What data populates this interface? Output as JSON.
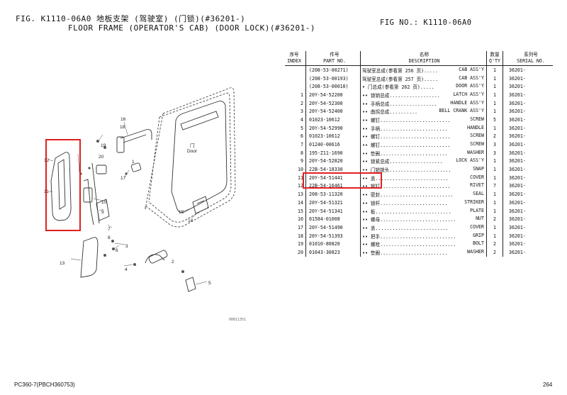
{
  "header": {
    "fig_line1": "FIG. K1110-06A0 地板支架 (驾驶室) (门锁)(#36201-)",
    "fig_line2": "FLOOR FRAME (OPERATOR'S CAB) (DOOR LOCK)(#36201-)",
    "fig_no": "FIG NO.: K1110-06A0"
  },
  "table": {
    "headers": {
      "index_cn": "序号",
      "index_en": "INDEX",
      "part_cn": "件号",
      "part_en": "PART NO.",
      "desc_cn": "名称",
      "desc_en": "DESCRIPTION",
      "qty_cn": "数量",
      "qty_en": "Q'TY",
      "serial_cn": "系列号",
      "serial_en": "SERIAL NO."
    },
    "rows": [
      {
        "index": "",
        "part": "(208-53-00271)",
        "desc_left": "驾驶室总成(参看第 256 页).....",
        "desc_right": "CAB ASS'Y",
        "qty": "1",
        "serial": "36201-"
      },
      {
        "index": "",
        "part": "(208-53-00193)",
        "desc_left": "驾驶室总成(参看第 257 页).....",
        "desc_right": "CAB ASS'Y",
        "qty": "1",
        "serial": "36201-"
      },
      {
        "index": "",
        "part": "(208-53-00010)",
        "desc_left": "• 门总成(参看第 262 页).....",
        "desc_right": "DOOR ASS'Y",
        "qty": "1",
        "serial": "36201-"
      },
      {
        "index": "1",
        "part": "20Y-54-52200",
        "desc_left": "•• 锁销总成..................",
        "desc_right": "LATCH ASS'Y",
        "qty": "1",
        "serial": "36201-"
      },
      {
        "index": "2",
        "part": "20Y-54-52300",
        "desc_left": "•• 手柄总成.................",
        "desc_right": "HANDLE ASS'Y",
        "qty": "1",
        "serial": "36201-"
      },
      {
        "index": "3",
        "part": "20Y-54-52400",
        "desc_left": "•• 曲拐总成..........",
        "desc_right": "BELL CRANK ASS'Y",
        "qty": "1",
        "serial": "36201-"
      },
      {
        "index": "4",
        "part": "01023-10612",
        "desc_left": "•• 螺钉.........................",
        "desc_right": "SCREW",
        "qty": "5",
        "serial": "36201-"
      },
      {
        "index": "5",
        "part": "20Y-54-52990",
        "desc_left": "•• 手柄........................",
        "desc_right": "HANDLE",
        "qty": "1",
        "serial": "36201-"
      },
      {
        "index": "6",
        "part": "01023-10612",
        "desc_left": "•• 螺钉.........................",
        "desc_right": "SCREW",
        "qty": "2",
        "serial": "36201-"
      },
      {
        "index": "7",
        "part": "01240-00616",
        "desc_left": "•• 螺钉.........................",
        "desc_right": "SCREW",
        "qty": "3",
        "serial": "36201-"
      },
      {
        "index": "8",
        "part": "195-Z11-1690",
        "desc_left": "•• 垫圈........................",
        "desc_right": "WASHER",
        "qty": "3",
        "serial": "36201-"
      },
      {
        "index": "9",
        "part": "20Y-54-52820",
        "desc_left": "•• 锁紧总成...................",
        "desc_right": "LOCK ASS'Y",
        "qty": "1",
        "serial": "36201-"
      },
      {
        "index": "10",
        "part": "22B-54-18330",
        "desc_left": "•• 门锁锁头......................",
        "desc_right": "SNAP",
        "qty": "1",
        "serial": "36201-"
      },
      {
        "index": "11",
        "part": "20Y-54-51441",
        "desc_left": "•• 盖..........................",
        "desc_right": "COVER",
        "qty": "1",
        "serial": "36201-"
      },
      {
        "index": "12",
        "part": "22B-54-16461",
        "desc_left": "•• 铆钉.........................",
        "desc_right": "RIVET",
        "qty": "7",
        "serial": "36201-"
      },
      {
        "index": "13",
        "part": "208-53-11320",
        "desc_left": "•• 密封..........................",
        "desc_right": "SEAL",
        "qty": "1",
        "serial": "36201-"
      },
      {
        "index": "14",
        "part": "20Y-54-51321",
        "desc_left": "•• 锁杆........................",
        "desc_right": "STRIKER",
        "qty": "1",
        "serial": "36201-"
      },
      {
        "index": "15",
        "part": "20Y-54-51341",
        "desc_left": "•• 板...........................",
        "desc_right": "PLATE",
        "qty": "1",
        "serial": "36201-"
      },
      {
        "index": "16",
        "part": "01584-01008",
        "desc_left": "•• 螺母...........................",
        "desc_right": "NUT",
        "qty": "2",
        "serial": "36201-"
      },
      {
        "index": "17",
        "part": "20Y-54-51490",
        "desc_left": "•• 盖..........................",
        "desc_right": "COVER",
        "qty": "1",
        "serial": "36201-"
      },
      {
        "index": "18",
        "part": "20Y-54-51393",
        "desc_left": "•• 把手...........................",
        "desc_right": "GRIP",
        "qty": "1",
        "serial": "36201-"
      },
      {
        "index": "19",
        "part": "01010-80820",
        "desc_left": "•• 螺栓...........................",
        "desc_right": "BOLT",
        "qty": "2",
        "serial": "36201-"
      },
      {
        "index": "20",
        "part": "01643-30823",
        "desc_left": "•• 垫圈........................",
        "desc_right": "WASHER",
        "qty": "2",
        "serial": "36201-"
      }
    ]
  },
  "drawing": {
    "door_label_cn": "门",
    "door_label_en": "Door",
    "figure_code": "00011351",
    "callouts": [
      "16",
      "18",
      "19",
      "20",
      "12",
      "11",
      "17",
      "10",
      "9",
      "15",
      "14",
      "13",
      "3",
      "4",
      "5",
      "6",
      "7",
      "8",
      "1",
      "2"
    ]
  },
  "footer": {
    "model": "PC360-7(PBCH360753)",
    "page": "264"
  },
  "colors": {
    "highlight": "#e02020",
    "line": "#222222"
  }
}
